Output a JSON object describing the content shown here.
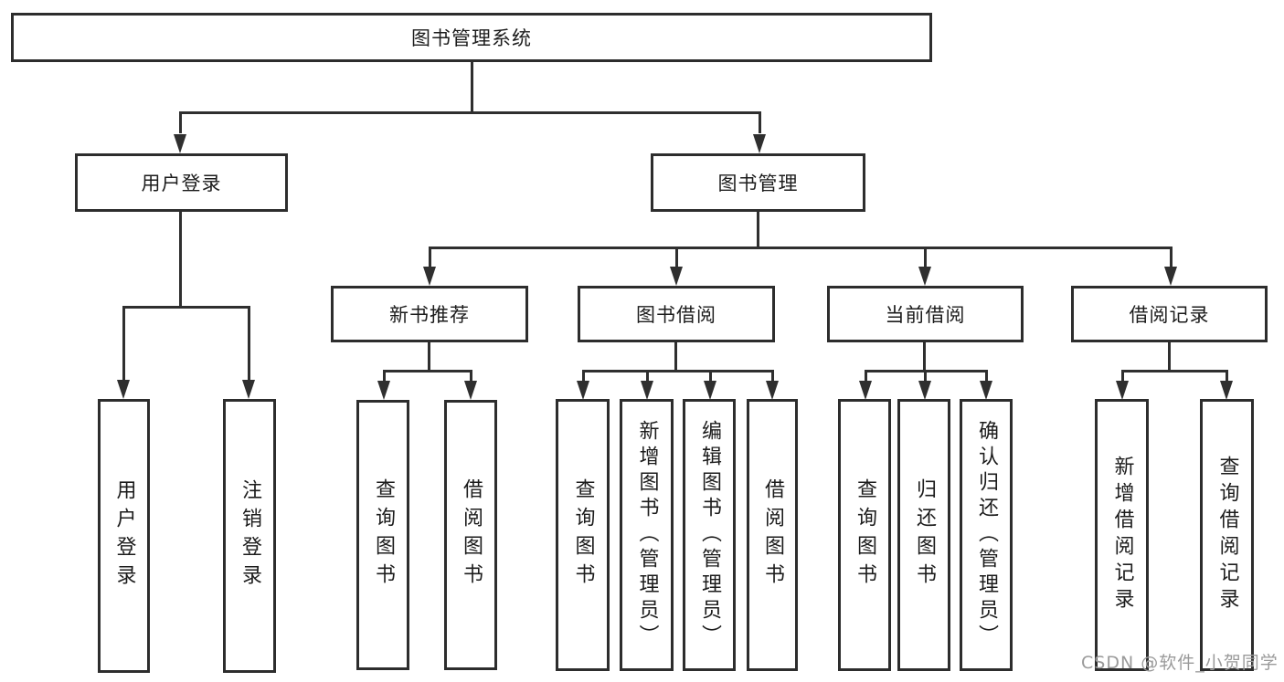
{
  "tree": {
    "root": {
      "label": "图书管理系统"
    },
    "branches": [
      {
        "label": "用户登录",
        "children": [
          {
            "label": "用户登录"
          },
          {
            "label": "注销登录"
          }
        ]
      },
      {
        "label": "图书管理",
        "children": [
          {
            "label": "新书推荐",
            "children": [
              {
                "label": "查询图书"
              },
              {
                "label": "借阅图书"
              }
            ]
          },
          {
            "label": "图书借阅",
            "children": [
              {
                "label": "查询图书"
              },
              {
                "label": "新增图书（管理员）"
              },
              {
                "label": "编辑图书（管理员）"
              },
              {
                "label": "借阅图书"
              }
            ]
          },
          {
            "label": "当前借阅",
            "children": [
              {
                "label": "查询图书"
              },
              {
                "label": "归还图书"
              },
              {
                "label": "确认归还（管理员）"
              }
            ]
          },
          {
            "label": "借阅记录",
            "children": [
              {
                "label": "新增借阅记录"
              },
              {
                "label": "查询借阅记录"
              }
            ]
          }
        ]
      }
    ]
  },
  "watermark": {
    "text": "CSDN @软件_小贺同学"
  },
  "colors": {
    "line": "#2f2f2f",
    "border": "#2d2d2d",
    "text": "#1c1c1c",
    "watermark": "#9a9a9a",
    "background": "#ffffff"
  }
}
